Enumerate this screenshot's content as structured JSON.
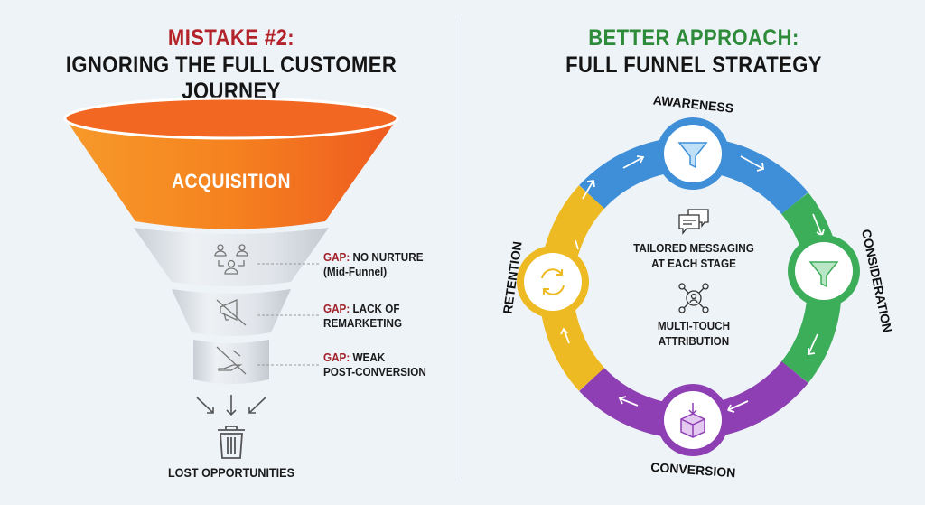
{
  "left": {
    "title_line1": "MISTAKE #2:",
    "title_line2": "IGNORING THE FULL CUSTOMER JOURNEY",
    "funnel_top_label": "ACQUISITION",
    "gaps": [
      {
        "prefix": "GAP:",
        "line1": "NO NURTURE",
        "line2": "(Mid-Funnel)",
        "icon": "people-network-icon"
      },
      {
        "prefix": "GAP:",
        "line1": "LACK OF",
        "line2": "REMARKETING",
        "icon": "megaphone-crossed-icon"
      },
      {
        "prefix": "GAP:",
        "line1": "WEAK",
        "line2": "POST-CONVERSION",
        "icon": "hand-crossed-icon"
      }
    ],
    "bottom_label": "LOST OPPORTUNITIES"
  },
  "right": {
    "title_line1": "BETTER APPROACH:",
    "title_line2": "FULL FUNNEL STRATEGY",
    "stages": [
      "AWARENESS",
      "CONSIDERATION",
      "CONVERSION",
      "RETENTION"
    ],
    "center_line1": "TAILORED MESSAGING",
    "center_line2": "AT EACH STAGE",
    "center_line3": "MULTI-TOUCH",
    "center_line4": "ATTRIBUTION"
  },
  "colors": {
    "red": "#b3232a",
    "green_title": "#2e8b3a",
    "orange": "#f57c1f",
    "blue": "#3f8fd8",
    "green": "#3cae5a",
    "purple": "#8e3fb3",
    "yellow": "#eeba23"
  }
}
